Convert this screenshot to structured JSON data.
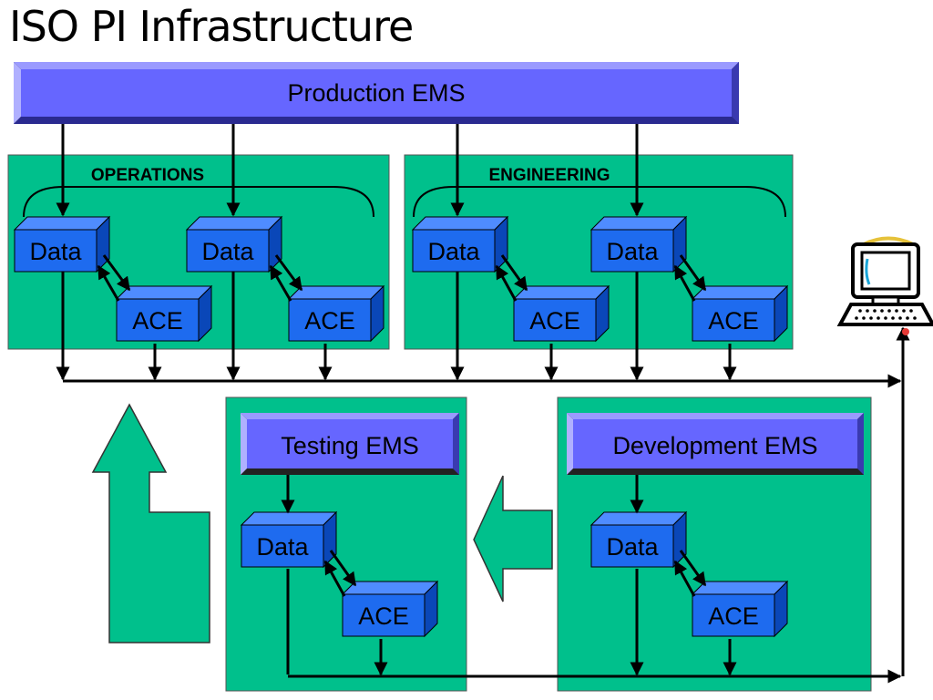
{
  "title": "ISO PI Infrastructure",
  "production": {
    "label": "Production EMS"
  },
  "operations": {
    "label": "OPERATIONS",
    "pairs": [
      {
        "data": "Data",
        "ace": "ACE"
      },
      {
        "data": "Data",
        "ace": "ACE"
      }
    ]
  },
  "engineering": {
    "label": "ENGINEERING",
    "pairs": [
      {
        "data": "Data",
        "ace": "ACE"
      },
      {
        "data": "Data",
        "ace": "ACE"
      }
    ]
  },
  "testing": {
    "label": "Testing EMS",
    "data": "Data",
    "ace": "ACE"
  },
  "development": {
    "label": "Development EMS",
    "data": "Data",
    "ace": "ACE"
  },
  "colors": {
    "panel": "#00C08C",
    "ems_bar": "#6666FF",
    "cube_front": "#1E6BEF",
    "arrow_shape": "#00C08C"
  },
  "icons": {
    "workstation": "computer-terminal-icon"
  }
}
